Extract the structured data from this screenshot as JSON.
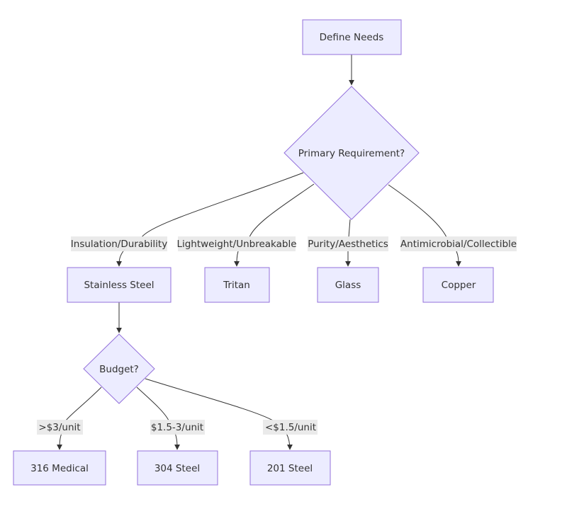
{
  "diagram": {
    "nodes": {
      "define_needs": "Define Needs",
      "primary_requirement": "Primary Requirement?",
      "stainless_steel": "Stainless Steel",
      "tritan": "Tritan",
      "glass": "Glass",
      "copper": "Copper",
      "budget": "Budget?",
      "medical_316": "316 Medical",
      "steel_304": "304 Steel",
      "steel_201": "201 Steel"
    },
    "edges": {
      "insulation": "Insulation/Durability",
      "lightweight": "Lightweight/Unbreakable",
      "purity": "Purity/Aesthetics",
      "antimicrobial": "Antimicrobial/Collectible",
      "over_3": ">$3/unit",
      "mid_range": "$1.5-3/unit",
      "under_1_5": "<$1.5/unit"
    },
    "colors": {
      "node_fill": "#ECECFF",
      "node_stroke": "#9370DB",
      "edge_stroke": "#333333",
      "label_bg": "#e8e8e8",
      "text": "#333333"
    }
  }
}
